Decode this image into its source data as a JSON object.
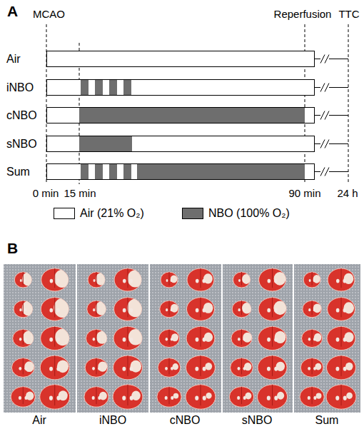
{
  "diagram": {
    "nodes": [
      {
        "text": [
          "Air"
        ]
      },
      {
        "text": [
          "iNBO"
        ]
      },
      {
        "text": [
          "cNBO"
        ]
      },
      {
        "text": [
          "sNBO"
        ]
      },
      {
        "text": [
          "Sum"
        ]
      }
    ],
    "labels": [
      "A",
      "MCAO",
      "Reperfusion",
      "TTC",
      "0 min",
      "15 min",
      "90 min",
      "24 h",
      "B",
      "Air",
      "iNBO",
      "cNBO",
      "sNBO",
      "Sum"
    ],
    "legend": [
      {
        "text": "Air (21% O₂)",
        "color": "#ffffff"
      },
      {
        "text": "NBO (100% O₂)",
        "color": "#6e6e6e"
      }
    ]
  }
}
